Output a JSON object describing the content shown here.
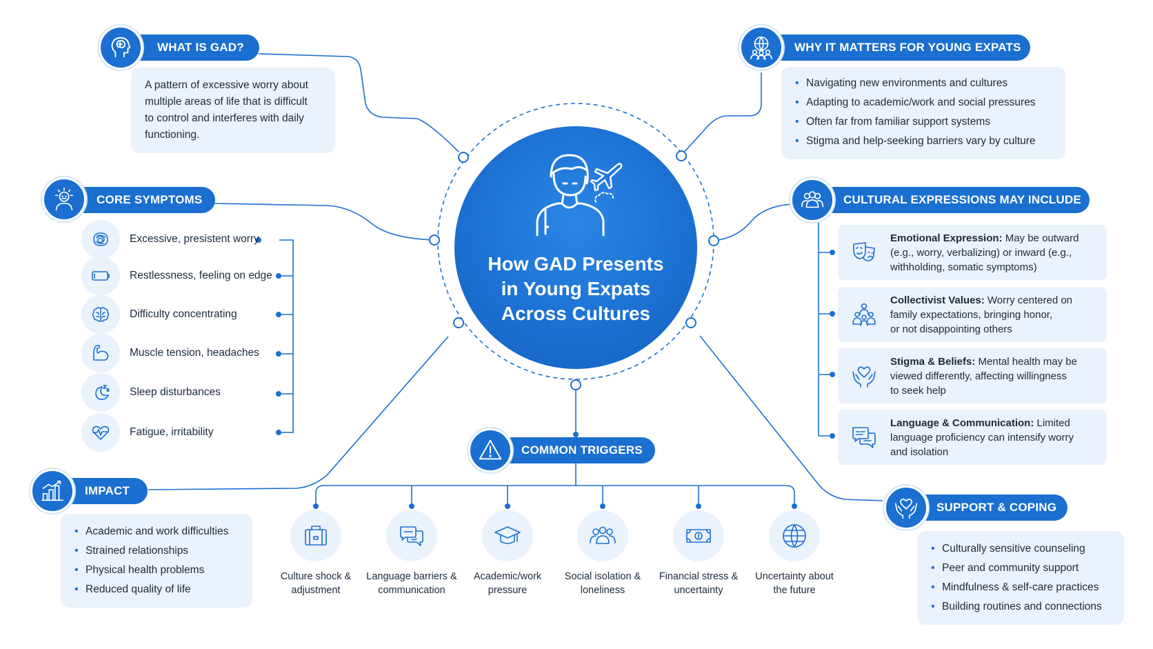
{
  "center": {
    "title_lines": [
      "How GAD Presents",
      "in Young Expats",
      "Across Cultures"
    ]
  },
  "what_is_gad": {
    "heading": "WHAT IS GAD?",
    "icon": "head-brain-icon",
    "lines": [
      "A pattern of excessive worry about",
      "multiple areas of life that is difficult",
      "to control and interferes with daily",
      "functioning."
    ]
  },
  "why_matters": {
    "heading": "WHY IT MATTERS FOR YOUNG EXPATS",
    "icon": "globe-people-icon",
    "items": [
      "Navigating new environments and cultures",
      "Adapting to academic/work and social pressures",
      "Often far from familiar support systems",
      "Stigma and help-seeking barriers vary by culture"
    ]
  },
  "core_symptoms": {
    "heading": "CORE SYMPTOMS",
    "icon": "stressed-person-icon",
    "items": [
      {
        "label": "Excessive, presistent worry",
        "icon": "tangled-thoughts-icon"
      },
      {
        "label": "Restlessness, feeling on edge",
        "icon": "battery-icon"
      },
      {
        "label": "Difficulty concentrating",
        "icon": "brain-icon"
      },
      {
        "label": "Muscle tension, headaches",
        "icon": "muscle-arm-icon"
      },
      {
        "label": "Sleep disturbances",
        "icon": "moon-sleep-icon"
      },
      {
        "label": "Fatigue, irritability",
        "icon": "heartbeat-icon"
      }
    ]
  },
  "cultural": {
    "heading": "CULTURAL EXPRESSIONS MAY INCLUDE",
    "icon": "group-people-icon",
    "items": [
      {
        "bold": "Emotional Expression:",
        "lines": [
          " May be outward",
          "(e.g., worry, verbalizing) or inward (e.g.,",
          "withholding, somatic symptoms)"
        ],
        "icon": "theater-masks-icon"
      },
      {
        "bold": "Collectivist Values:",
        "lines": [
          " Worry centered on",
          "family expectations, bringing honor,",
          "or not disappointing others"
        ],
        "icon": "family-icon"
      },
      {
        "bold": "Stigma & Beliefs:",
        "lines": [
          " Mental health may be",
          "viewed differently, affecting willingness",
          "to seek help"
        ],
        "icon": "hands-heart-icon"
      },
      {
        "bold": "Language & Communication:",
        "lines": [
          " Limited",
          "language proficiency can intensify worry",
          "and isolation"
        ],
        "icon": "speech-bubbles-icon"
      }
    ]
  },
  "impact": {
    "heading": "IMPACT",
    "icon": "bar-chart-icon",
    "items": [
      "Academic and work difficulties",
      "Strained relationships",
      "Physical health problems",
      "Reduced quality of life"
    ]
  },
  "triggers": {
    "heading": "COMMON TRIGGERS",
    "icon": "warning-triangle-icon",
    "items": [
      {
        "lines": [
          "Culture shock &",
          "adjustment"
        ],
        "icon": "suitcase-icon"
      },
      {
        "lines": [
          "Language barriers &",
          "communication"
        ],
        "icon": "chat-bubbles-icon"
      },
      {
        "lines": [
          "Academic/work",
          "pressure"
        ],
        "icon": "graduation-cap-icon"
      },
      {
        "lines": [
          "Social isolation &",
          "loneliness"
        ],
        "icon": "people-group-icon"
      },
      {
        "lines": [
          "Financial stress &",
          "uncertainty"
        ],
        "icon": "banknote-icon"
      },
      {
        "lines": [
          "Uncertainty about",
          "the future"
        ],
        "icon": "globe-icon"
      }
    ]
  },
  "support": {
    "heading": "SUPPORT & COPING",
    "icon": "hands-heart-icon",
    "items": [
      "Culturally sensitive counseling",
      "Peer and community support",
      "Mindfulness & self-care practices",
      "Building routines and connections"
    ]
  },
  "colors": {
    "primary": "#1a6fd0",
    "card": "#eaf2fc",
    "text": "#1b2a3a"
  }
}
